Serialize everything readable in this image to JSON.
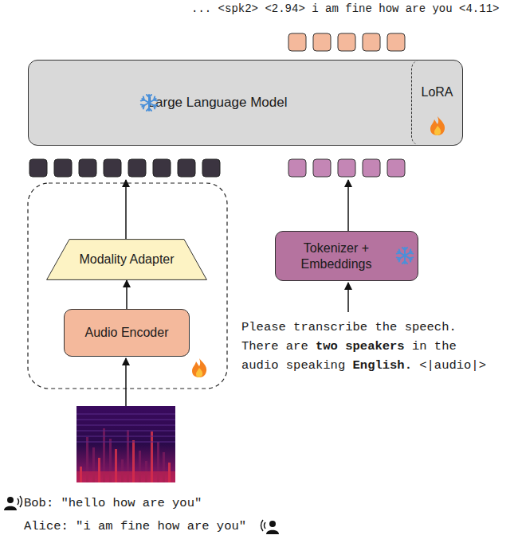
{
  "diagram": {
    "nodes": [
      {
        "text": [
          "Large Language Model"
        ]
      },
      {
        "text": [
          "LoRA"
        ],
        "in": 0
      },
      {
        "text": [
          "Modality Adapter"
        ]
      },
      {
        "text": [
          "Audio Encoder"
        ]
      },
      {
        "text": [
          "Tokenizer + Embeddings"
        ]
      }
    ],
    "edges": [
      {
        "from": 3,
        "to": 2,
        "arrow": "to"
      }
    ],
    "labels": [
      "... <spk2> <2.94> i am fine how are you <4.11>",
      "Please transcribe the speech.",
      "There are",
      "two speakers",
      "in the",
      "audio speaking",
      "English.",
      "<|audio|>",
      "Bob: \"hello how are you\"",
      "Alice: \"i am fine how are you\""
    ]
  }
}
